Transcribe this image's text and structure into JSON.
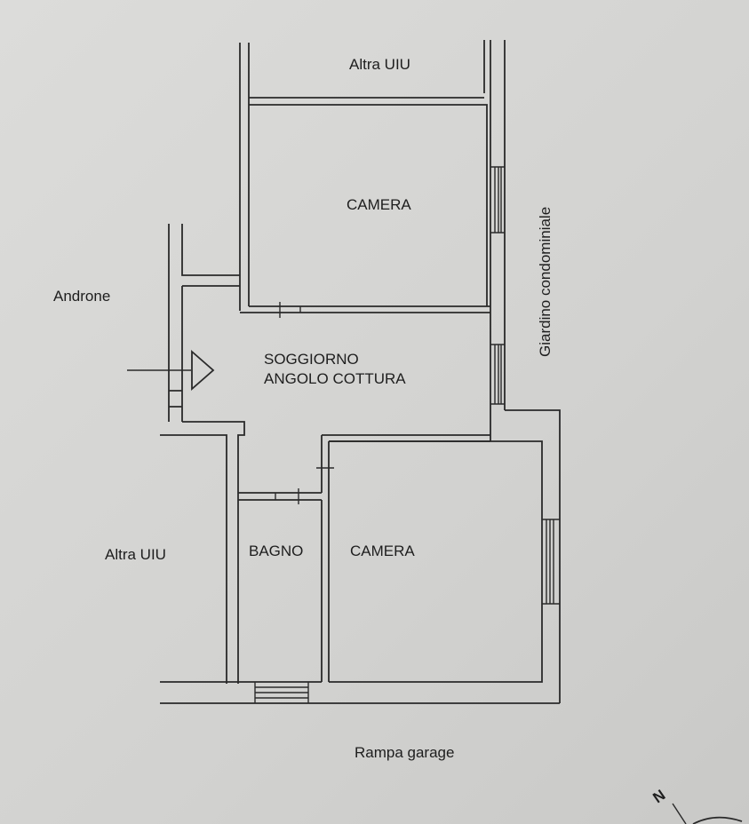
{
  "labels": {
    "altra_uiu_top": "Altra UIU",
    "camera_top": "CAMERA",
    "androne": "Androne",
    "soggiorno": "SOGGIORNO",
    "angolo_cottura": "ANGOLO COTTURA",
    "giardino": "Giardino condominiale",
    "altra_uiu_left": "Altra UIU",
    "bagno": "BAGNO",
    "camera_bottom": "CAMERA",
    "rampa": "Rampa garage",
    "north": "N"
  }
}
